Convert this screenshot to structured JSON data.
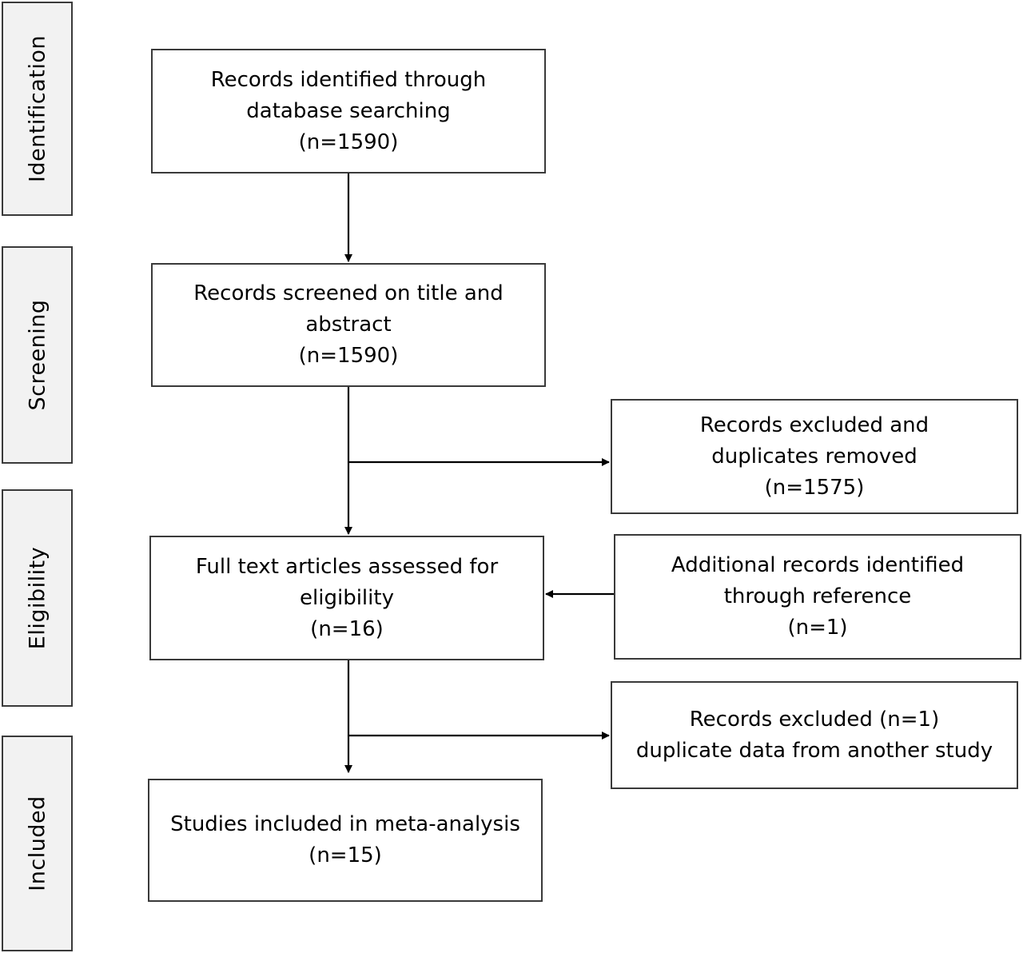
{
  "phases": {
    "identification": "Identification",
    "screening": "Screening",
    "eligibility": "Eligibility",
    "included": "Included"
  },
  "boxes": {
    "identified": {
      "line1": "Records identified through",
      "line2": "database searching",
      "line3": "(n=1590)"
    },
    "screened": {
      "line1": "Records screened on title and",
      "line2": "abstract",
      "line3": "(n=1590)"
    },
    "excluded_duplicates": {
      "line1": "Records excluded and",
      "line2": "duplicates removed",
      "line3": "(n=1575)"
    },
    "full_text": {
      "line1": "Full text articles assessed for",
      "line2": "eligibility",
      "line3": "(n=16)"
    },
    "additional": {
      "line1": "Additional records identified",
      "line2": "through reference",
      "line3": "(n=1)"
    },
    "excluded_duplicate_data": {
      "line1": "Records excluded (n=1)",
      "line2": "duplicate data from another study"
    },
    "included": {
      "line1": "Studies included in meta-analysis",
      "line2": "(n=15)"
    }
  },
  "colors": {
    "line": "#000000",
    "border": "#3a3a3a",
    "phase_fill": "#f2f2f2"
  }
}
